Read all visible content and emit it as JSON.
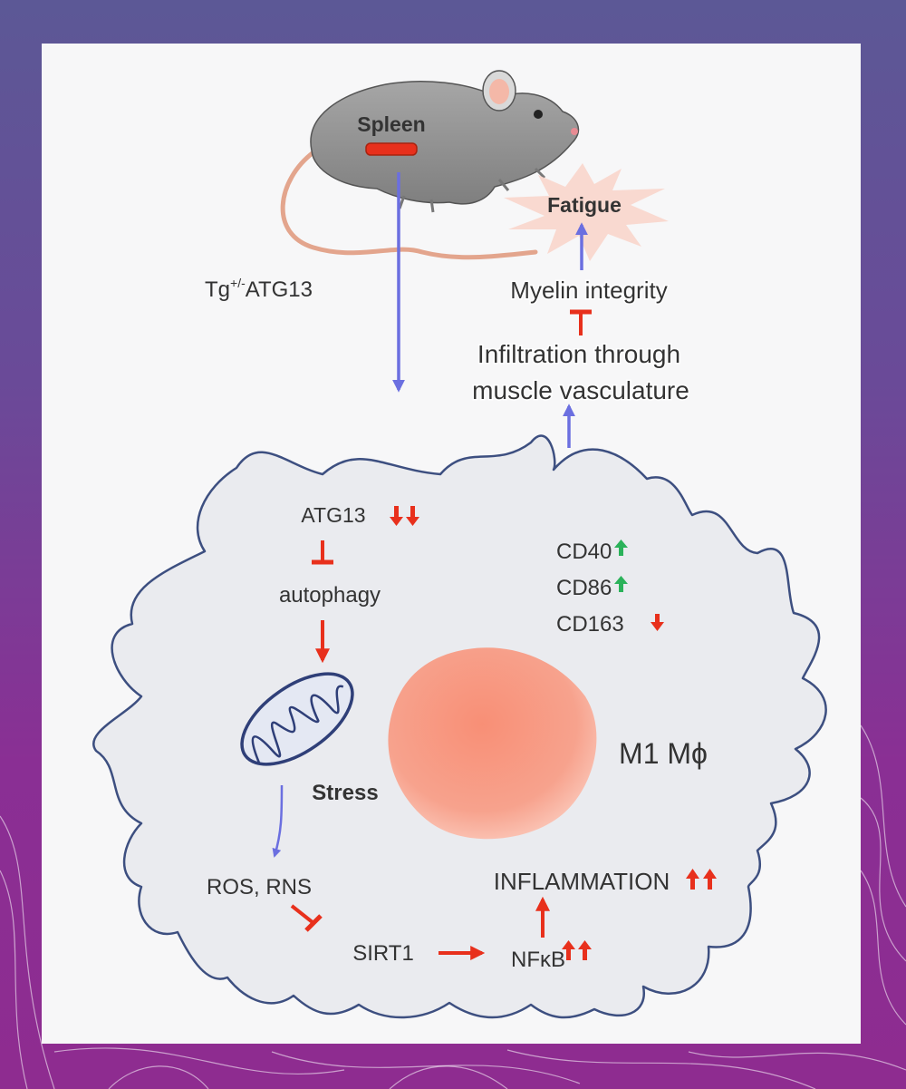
{
  "organ": {
    "label": "Spleen"
  },
  "genotype": {
    "base": "Tg",
    "superscript": "+/-",
    "gene": "ATG13"
  },
  "systemic": {
    "fatigue": "Fatigue",
    "myelin": "Myelin integrity",
    "infiltration_line1": "Infiltration through",
    "infiltration_line2": "muscle vasculature"
  },
  "cell": {
    "type_label": "M1 Mϕ",
    "atg13": "ATG13",
    "autophagy": "autophagy",
    "stress": "Stress",
    "ros_rns": "ROS, RNS",
    "sirt1": "SIRT1",
    "nfkb": "NFκB",
    "inflammation": "INFLAMMATION",
    "markers": [
      {
        "label": "CD40",
        "direction": "up"
      },
      {
        "label": "CD86",
        "direction": "up"
      },
      {
        "label": "CD163",
        "direction": "down"
      }
    ]
  },
  "colors": {
    "activation_arrow": "#6b6fe0",
    "inhibition_red": "#e8301c",
    "marker_up_green": "#2bb25a",
    "nucleus": "#f5846a",
    "cell_fill": "#eaebef",
    "cell_outline": "#3d4f80"
  }
}
